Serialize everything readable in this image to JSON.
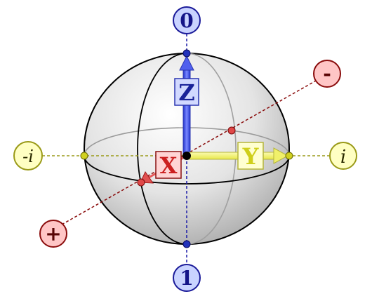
{
  "poles": {
    "top": "0",
    "bottom": "1"
  },
  "ends": {
    "left": "-i",
    "right": "i",
    "upper_right": "-",
    "lower_left": "+"
  },
  "axes": {
    "z": "Z",
    "y": "Y",
    "x": "X"
  },
  "colors": {
    "z_axis": "#3340e0",
    "y_axis": "#f0f07a",
    "x_axis": "#e05050",
    "blue_badge": "#c9d3ff",
    "yellow_badge": "#ffffc2",
    "red_badge": "#ffc6c6",
    "dashed_blue": "#1a1aa8",
    "dashed_yellow": "#9a9a18",
    "dashed_red": "#8a0c0c"
  }
}
